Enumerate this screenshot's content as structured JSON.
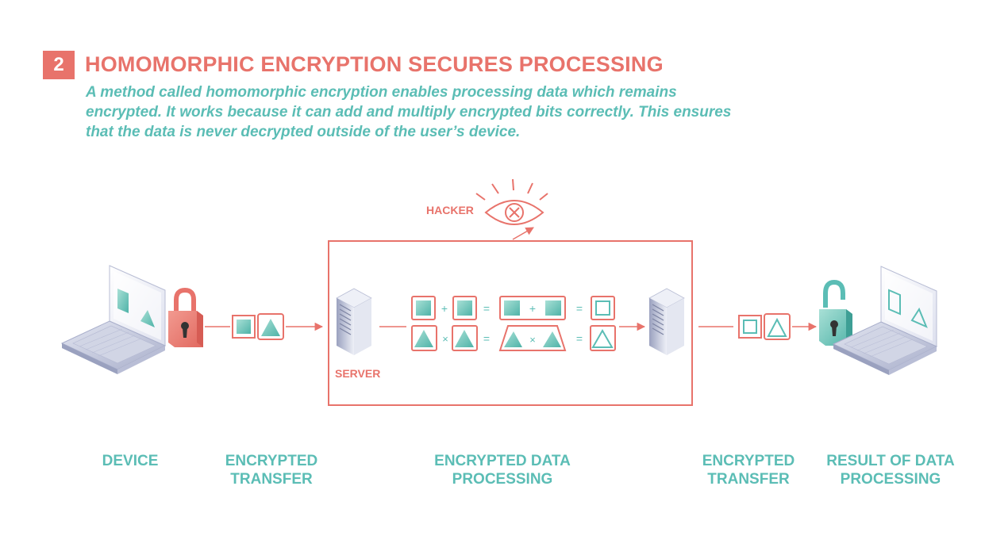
{
  "header": {
    "step_number": "2",
    "title": "HOMOMORPHIC ENCRYPTION SECURES PROCESSING",
    "intro": "A method called homomorphic encryption enables processing data which remains encrypted. It works because it can add and multiply encrypted bits correctly. This ensures that the data is never decrypted outside of the user’s device."
  },
  "diagram": {
    "hacker_label": "HACKER",
    "server_label": "SERVER",
    "plus_symbol": "+",
    "times_symbol": "×",
    "equals_symbol": "=",
    "icons": [
      "laptop-icon",
      "padlock-closed-icon",
      "server-icon",
      "eye-crossed-icon",
      "padlock-open-icon"
    ]
  },
  "stages": [
    {
      "line1": "DEVICE",
      "line2": ""
    },
    {
      "line1": "ENCRYPTED",
      "line2": "TRANSFER"
    },
    {
      "line1": "ENCRYPTED DATA",
      "line2": "PROCESSING"
    },
    {
      "line1": "ENCRYPTED",
      "line2": "TRANSFER"
    },
    {
      "line1": "RESULT OF DATA",
      "line2": "PROCESSING"
    }
  ],
  "colors": {
    "coral": "#e8736b",
    "teal": "#5bbdb5",
    "teal_fill": "#7fcfc4",
    "device_gray": "#c7cbdd"
  }
}
